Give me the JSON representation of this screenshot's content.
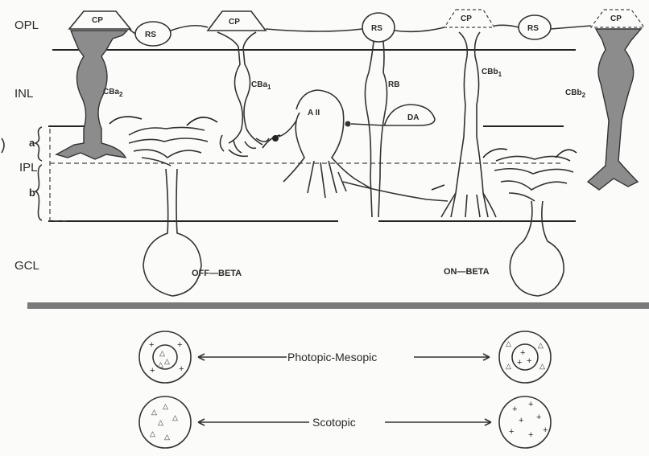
{
  "layers": {
    "opl": "OPL",
    "inl": "INL",
    "ipl": "IPL",
    "gcl": "GCL",
    "sublamina_a": "a",
    "sublamina_b": "b"
  },
  "cells": {
    "cp_1": "CP",
    "cp_2": "CP",
    "cp_3": "CP",
    "cp_4": "CP",
    "rs_1": "RS",
    "rs_2": "RS",
    "rs_3": "RS",
    "cba2": "CBa",
    "cba2_sub": "2",
    "cba1": "CBa",
    "cba1_sub": "1",
    "rb": "RB",
    "cbb1": "CBb",
    "cbb1_sub": "1",
    "cbb2": "CBb",
    "cbb2_sub": "2",
    "aii": "A II",
    "da": "DA",
    "off_beta": "OFF—BETA",
    "on_beta": "ON—BETA"
  },
  "legend": {
    "photopic": "Photopic-Mesopic",
    "scotopic": "Scotopic"
  },
  "colors": {
    "divider": "#7a7a7a",
    "shaded_cell": "#8c8c8c",
    "line": "#333333"
  }
}
